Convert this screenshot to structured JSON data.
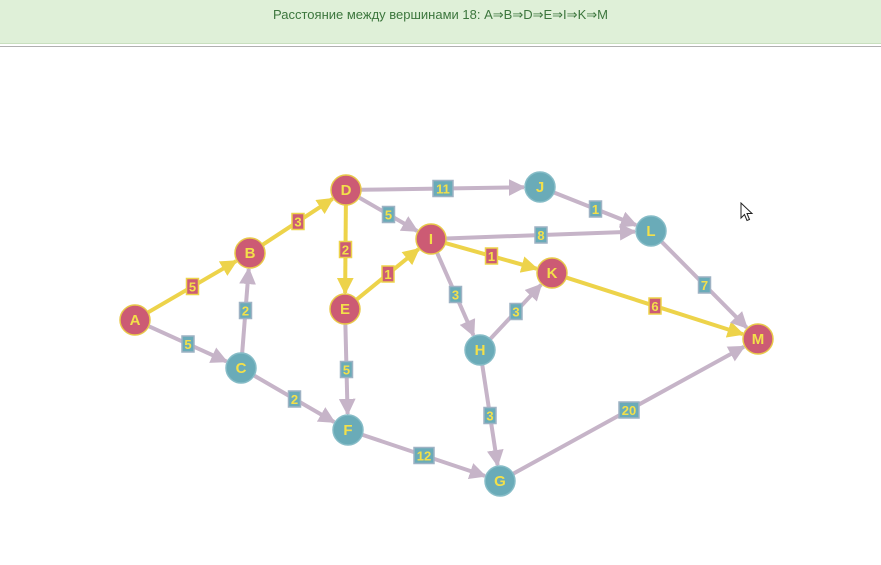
{
  "header": {
    "message": "Расстояние между вершинами 18: A⇒B⇒D⇒E⇒I⇒K⇒M"
  },
  "colors": {
    "path_node": "#cc5b74",
    "other_node": "#6aabb8",
    "node_stroke": "#e8c84a",
    "path_edge": "#edd34a",
    "other_edge": "#c6b4c8",
    "label_text": "#f3e04a",
    "label_box_path": "#cc5b74",
    "label_box_other": "#6aabb8"
  },
  "graph": {
    "nodes": [
      {
        "id": "A",
        "on_path": true
      },
      {
        "id": "B",
        "on_path": true
      },
      {
        "id": "C",
        "on_path": false
      },
      {
        "id": "D",
        "on_path": true
      },
      {
        "id": "E",
        "on_path": true
      },
      {
        "id": "F",
        "on_path": false
      },
      {
        "id": "G",
        "on_path": false
      },
      {
        "id": "H",
        "on_path": false
      },
      {
        "id": "I",
        "on_path": true
      },
      {
        "id": "J",
        "on_path": false
      },
      {
        "id": "K",
        "on_path": true
      },
      {
        "id": "L",
        "on_path": false
      },
      {
        "id": "M",
        "on_path": true
      }
    ],
    "edges": [
      {
        "from": "A",
        "to": "B",
        "weight": "5",
        "on_path": true
      },
      {
        "from": "A",
        "to": "C",
        "weight": "5",
        "on_path": false
      },
      {
        "from": "C",
        "to": "B",
        "weight": "2",
        "on_path": false
      },
      {
        "from": "B",
        "to": "D",
        "weight": "3",
        "on_path": true
      },
      {
        "from": "C",
        "to": "F",
        "weight": "2",
        "on_path": false
      },
      {
        "from": "D",
        "to": "J",
        "weight": "11",
        "on_path": false
      },
      {
        "from": "D",
        "to": "I",
        "weight": "5",
        "on_path": false
      },
      {
        "from": "D",
        "to": "E",
        "weight": "2",
        "on_path": true
      },
      {
        "from": "E",
        "to": "I",
        "weight": "1",
        "on_path": true
      },
      {
        "from": "E",
        "to": "F",
        "weight": "5",
        "on_path": false
      },
      {
        "from": "F",
        "to": "G",
        "weight": "12",
        "on_path": false
      },
      {
        "from": "J",
        "to": "L",
        "weight": "1",
        "on_path": false
      },
      {
        "from": "I",
        "to": "L",
        "weight": "8",
        "on_path": false
      },
      {
        "from": "I",
        "to": "K",
        "weight": "1",
        "on_path": true
      },
      {
        "from": "I",
        "to": "H",
        "weight": "3",
        "on_path": false
      },
      {
        "from": "H",
        "to": "K",
        "weight": "3",
        "on_path": false
      },
      {
        "from": "H",
        "to": "G",
        "weight": "3",
        "on_path": false
      },
      {
        "from": "K",
        "to": "M",
        "weight": "6",
        "on_path": true
      },
      {
        "from": "L",
        "to": "M",
        "weight": "7",
        "on_path": false
      },
      {
        "from": "G",
        "to": "M",
        "weight": "20",
        "on_path": false
      }
    ]
  },
  "cursor": {
    "icon": "arrow-cursor-icon"
  }
}
